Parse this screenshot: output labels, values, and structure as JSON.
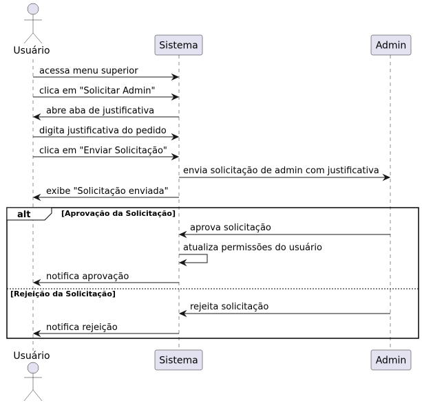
{
  "participants": {
    "usuario": "Usuário",
    "sistema": "Sistema",
    "admin": "Admin"
  },
  "messages": [
    {
      "text": "acessa menu superior"
    },
    {
      "text": "clica em \"Solicitar Admin\""
    },
    {
      "text": "abre aba de justificativa"
    },
    {
      "text": "digita justificativa do pedido"
    },
    {
      "text": "clica em \"Enviar Solicitação\""
    },
    {
      "text": "envia solicitação de admin com justificativa"
    },
    {
      "text": "exibe \"Solicitação enviada\""
    },
    {
      "text": "aprova solicitação"
    },
    {
      "text": "atualiza permissões do usuário"
    },
    {
      "text": "notifica aprovação"
    },
    {
      "text": "rejeita solicitação"
    },
    {
      "text": "notifica rejeição"
    }
  ],
  "alt_fragment": {
    "label": "alt",
    "guard_1": "[Aprovação da Solicitação]",
    "guard_2": "[Rejeição da Solicitação]"
  }
}
